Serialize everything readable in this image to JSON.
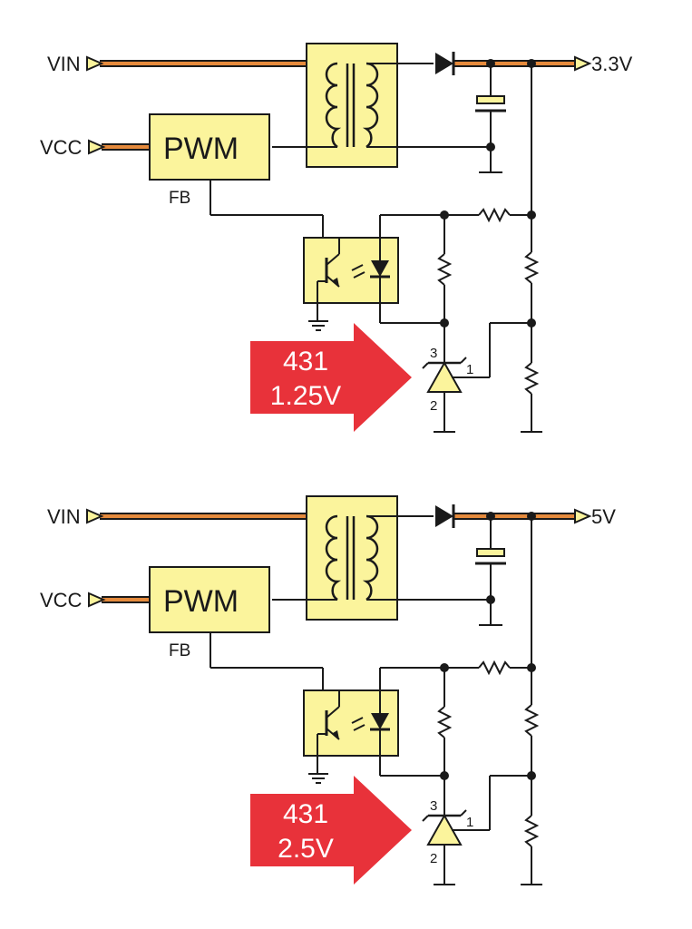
{
  "colors": {
    "box_fill": "#fbf49c",
    "highlight_wire": "#e58a3c",
    "callout_arrow": "#e8323a",
    "wire": "#1a1a1a"
  },
  "circuits": [
    {
      "vin_label": "VIN",
      "vcc_label": "VCC",
      "pwm_label": "PWM",
      "fb_label": "FB",
      "output_label": "3.3V",
      "tl431_pins": {
        "p1": "1",
        "p2": "2",
        "p3": "3"
      },
      "callout": {
        "line1": "431",
        "line2": "1.25V"
      }
    },
    {
      "vin_label": "VIN",
      "vcc_label": "VCC",
      "pwm_label": "PWM",
      "fb_label": "FB",
      "output_label": "5V",
      "tl431_pins": {
        "p1": "1",
        "p2": "2",
        "p3": "3"
      },
      "callout": {
        "line1": "431",
        "line2": "2.5V"
      }
    }
  ]
}
